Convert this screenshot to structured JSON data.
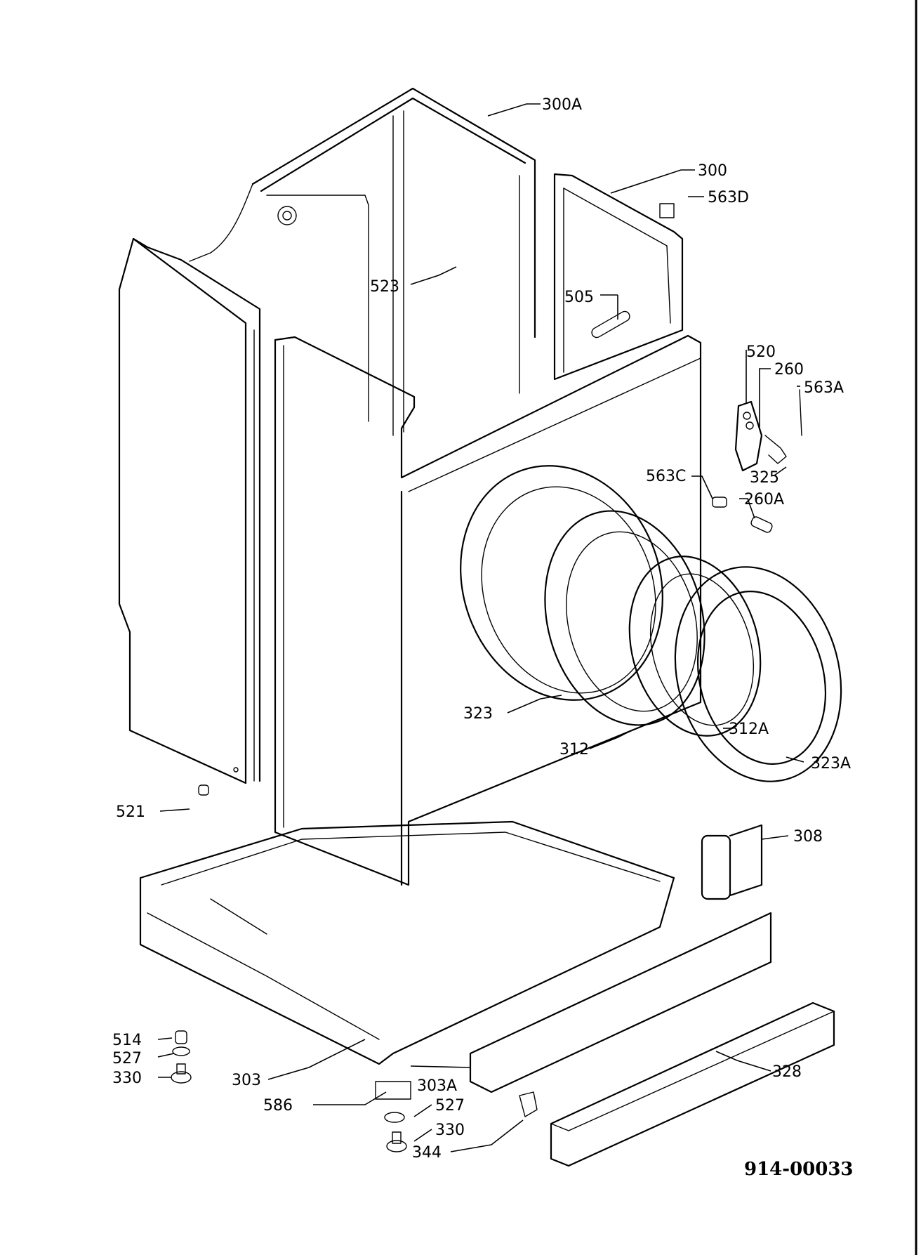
{
  "diagram": {
    "reference": "914-00033",
    "labels": [
      {
        "id": "300A",
        "text": "300A"
      },
      {
        "id": "300",
        "text": "300"
      },
      {
        "id": "563D",
        "text": "563D"
      },
      {
        "id": "523",
        "text": "523"
      },
      {
        "id": "505",
        "text": "505"
      },
      {
        "id": "520",
        "text": "520"
      },
      {
        "id": "260",
        "text": "260"
      },
      {
        "id": "563A",
        "text": "563A"
      },
      {
        "id": "325",
        "text": "325"
      },
      {
        "id": "563C",
        "text": "563C"
      },
      {
        "id": "260A",
        "text": "260A"
      },
      {
        "id": "323",
        "text": "323"
      },
      {
        "id": "312A",
        "text": "312A"
      },
      {
        "id": "312",
        "text": "312"
      },
      {
        "id": "323A",
        "text": "323A"
      },
      {
        "id": "521",
        "text": "521"
      },
      {
        "id": "308",
        "text": "308"
      },
      {
        "id": "514",
        "text": "514"
      },
      {
        "id": "527_left",
        "text": "527"
      },
      {
        "id": "330_left",
        "text": "330"
      },
      {
        "id": "303",
        "text": "303"
      },
      {
        "id": "303A",
        "text": "303A"
      },
      {
        "id": "328",
        "text": "328"
      },
      {
        "id": "586",
        "text": "586"
      },
      {
        "id": "527_right",
        "text": "527"
      },
      {
        "id": "330_right",
        "text": "330"
      },
      {
        "id": "344",
        "text": "344"
      }
    ]
  }
}
